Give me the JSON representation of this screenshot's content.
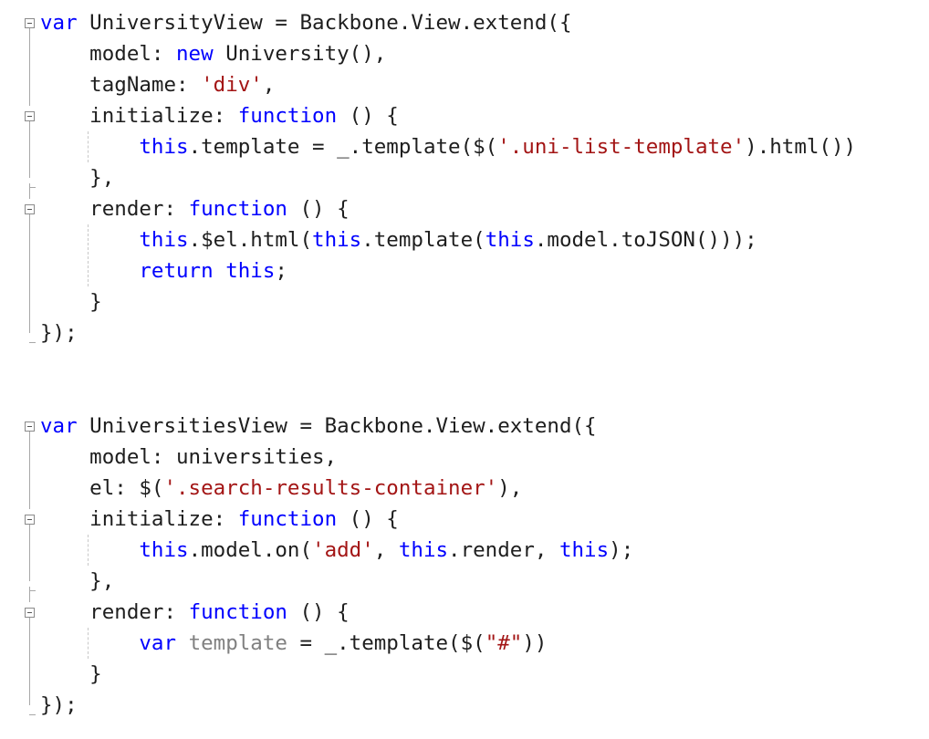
{
  "code_blocks": [
    {
      "lines": [
        [
          {
            "t": "var",
            "c": "kw"
          },
          {
            "t": " UniversityView = Backbone.View.extend({",
            "c": ""
          }
        ]
      ],
      "dummy": ""
    }
  ],
  "lines": [
    [
      {
        "t": "var",
        "c": "kw"
      },
      {
        "t": " UniversityView = Backbone.View.extend({",
        "c": ""
      }
    ],
    [
      {
        "t": "    model: ",
        "c": ""
      },
      {
        "t": "new",
        "c": "kw"
      },
      {
        "t": " University(),",
        "c": ""
      }
    ],
    [
      {
        "t": "    tagName: ",
        "c": ""
      },
      {
        "t": "'div'",
        "c": "str"
      },
      {
        "t": ",",
        "c": ""
      }
    ],
    [
      {
        "t": "    initialize: ",
        "c": ""
      },
      {
        "t": "function",
        "c": "kw"
      },
      {
        "t": " () {",
        "c": ""
      }
    ],
    [
      {
        "t": "        ",
        "c": ""
      },
      {
        "t": "this",
        "c": "kw"
      },
      {
        "t": ".template = _.template($(",
        "c": ""
      },
      {
        "t": "'.uni-list-template'",
        "c": "str"
      },
      {
        "t": ").html())",
        "c": ""
      }
    ],
    [
      {
        "t": "    },",
        "c": ""
      }
    ],
    [
      {
        "t": "    render: ",
        "c": ""
      },
      {
        "t": "function",
        "c": "kw"
      },
      {
        "t": " () {",
        "c": ""
      }
    ],
    [
      {
        "t": "        ",
        "c": ""
      },
      {
        "t": "this",
        "c": "kw"
      },
      {
        "t": ".$el.html(",
        "c": ""
      },
      {
        "t": "this",
        "c": "kw"
      },
      {
        "t": ".template(",
        "c": ""
      },
      {
        "t": "this",
        "c": "kw"
      },
      {
        "t": ".model.toJSON()));",
        "c": ""
      }
    ],
    [
      {
        "t": "        ",
        "c": ""
      },
      {
        "t": "return",
        "c": "kw"
      },
      {
        "t": " ",
        "c": ""
      },
      {
        "t": "this",
        "c": "kw"
      },
      {
        "t": ";",
        "c": ""
      }
    ],
    [
      {
        "t": "    }",
        "c": ""
      }
    ],
    [
      {
        "t": "});",
        "c": ""
      }
    ],
    [],
    [],
    [
      {
        "t": "var",
        "c": "kw"
      },
      {
        "t": " UniversitiesView = Backbone.View.extend({",
        "c": ""
      }
    ],
    [
      {
        "t": "    model: universities,",
        "c": ""
      }
    ],
    [
      {
        "t": "    el: $(",
        "c": ""
      },
      {
        "t": "'.search-results-container'",
        "c": "str"
      },
      {
        "t": "),",
        "c": ""
      }
    ],
    [
      {
        "t": "    initialize: ",
        "c": ""
      },
      {
        "t": "function",
        "c": "kw"
      },
      {
        "t": " () {",
        "c": ""
      }
    ],
    [
      {
        "t": "        ",
        "c": ""
      },
      {
        "t": "this",
        "c": "kw"
      },
      {
        "t": ".model.on(",
        "c": ""
      },
      {
        "t": "'add'",
        "c": "str"
      },
      {
        "t": ", ",
        "c": ""
      },
      {
        "t": "this",
        "c": "kw"
      },
      {
        "t": ".render, ",
        "c": ""
      },
      {
        "t": "this",
        "c": "kw"
      },
      {
        "t": ");",
        "c": ""
      }
    ],
    [
      {
        "t": "    },",
        "c": ""
      }
    ],
    [
      {
        "t": "    render: ",
        "c": ""
      },
      {
        "t": "function",
        "c": "kw"
      },
      {
        "t": " () {",
        "c": ""
      }
    ],
    [
      {
        "t": "        ",
        "c": ""
      },
      {
        "t": "var",
        "c": "kw"
      },
      {
        "t": " ",
        "c": ""
      },
      {
        "t": "template",
        "c": "dim"
      },
      {
        "t": " = _.template($(",
        "c": ""
      },
      {
        "t": "\"#\"",
        "c": "str"
      },
      {
        "t": "))",
        "c": ""
      }
    ],
    [
      {
        "t": "    }",
        "c": ""
      }
    ],
    [
      {
        "t": "});",
        "c": ""
      }
    ]
  ],
  "colors": {
    "keyword": "#0000ff",
    "string": "#a31515",
    "text": "#1e1e1e",
    "unused": "#808080"
  }
}
